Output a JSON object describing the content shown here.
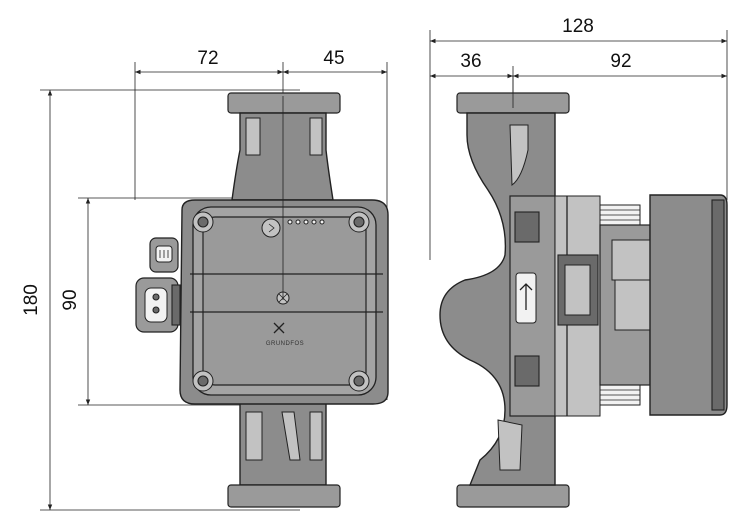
{
  "dimensions": {
    "front_left_width": "72",
    "front_right_width": "45",
    "total_height": "180",
    "center_height": "90",
    "side_total_width": "128",
    "side_left_width": "36",
    "side_right_width": "92"
  },
  "brand_text": "GRUNDFOS"
}
